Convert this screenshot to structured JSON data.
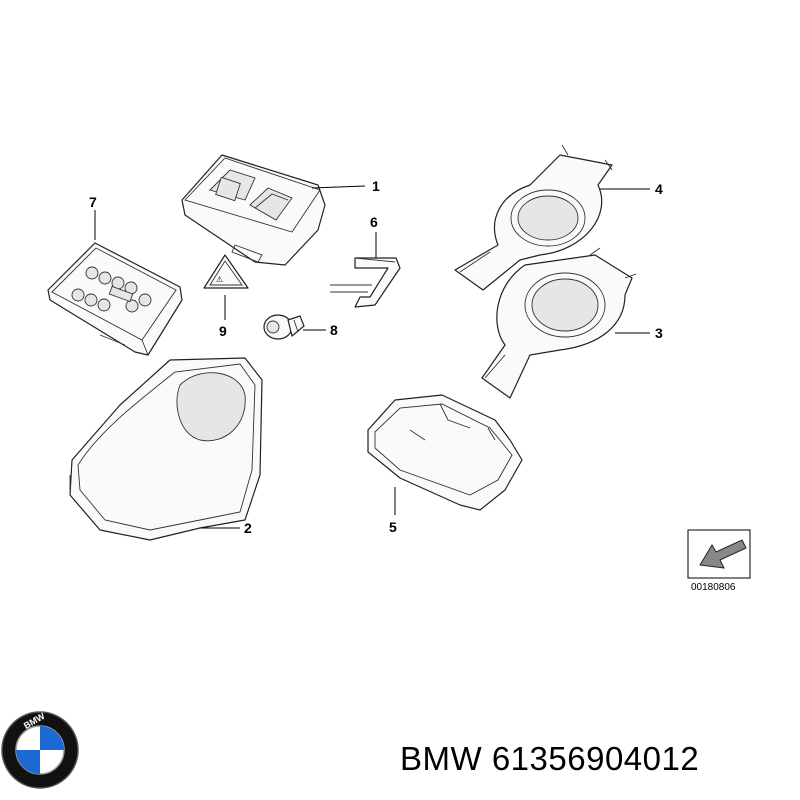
{
  "callouts": {
    "c1": "1",
    "c2": "2",
    "c3": "3",
    "c4": "4",
    "c5": "5",
    "c6": "6",
    "c7": "7",
    "c8": "8",
    "c9": "9"
  },
  "diagram_ref": "00180806",
  "logo": {
    "brand_letters": "BMW",
    "colors": {
      "blue": "#1c69d4",
      "white": "#ffffff",
      "ring": "#111111"
    }
  },
  "footer": {
    "brand": "BMW",
    "part_number": "61356904012"
  }
}
